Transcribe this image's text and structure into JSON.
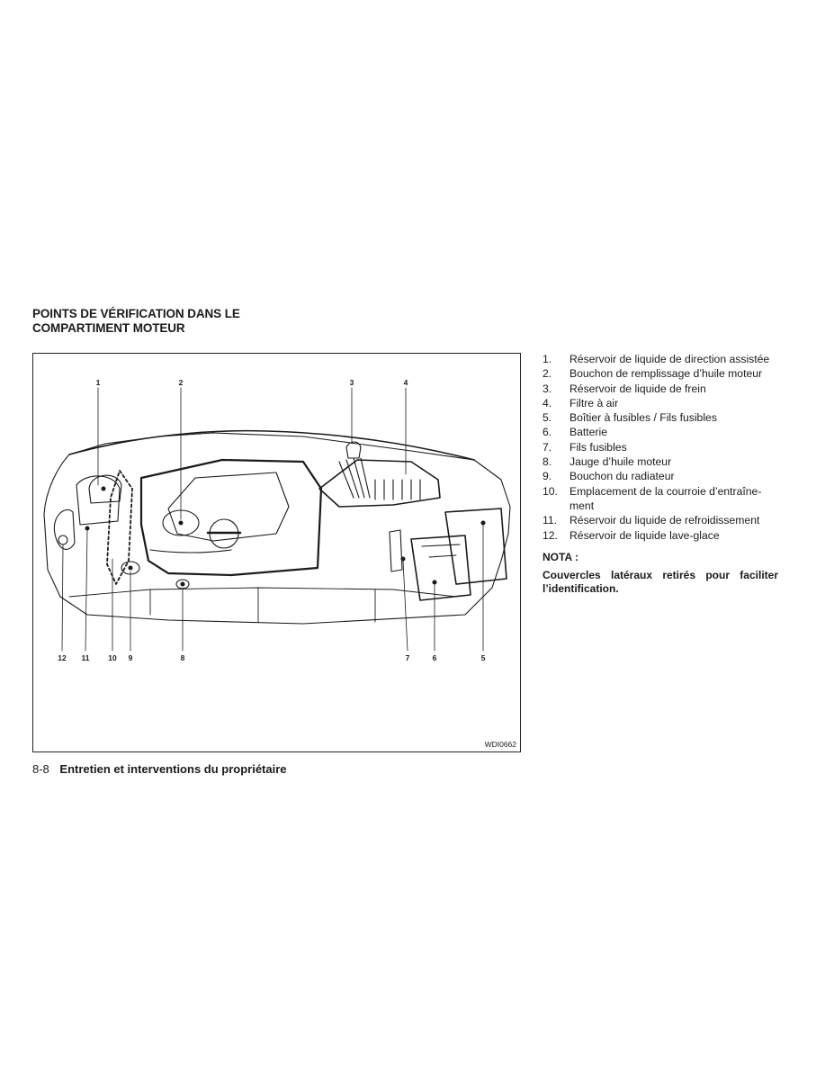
{
  "heading": {
    "line1": "POINTS DE VÉRIFICATION DANS LE",
    "line2": "COMPARTIMENT MOTEUR"
  },
  "figure": {
    "code": "WDI0662",
    "callouts_top": [
      "1",
      "2",
      "3",
      "4"
    ],
    "callouts_bottom": [
      "12",
      "11",
      "10",
      "9",
      "8",
      "7",
      "6",
      "5"
    ]
  },
  "legend": [
    {
      "num": "1.",
      "text": "Réservoir de liquide de direction assistée"
    },
    {
      "num": "2.",
      "text": "Bouchon de remplissage d’huile moteur"
    },
    {
      "num": "3.",
      "text": "Réservoir de liquide de frein"
    },
    {
      "num": "4.",
      "text": "Filtre à air"
    },
    {
      "num": "5.",
      "text": "Boîtier à fusibles / Fils fusibles"
    },
    {
      "num": "6.",
      "text": "Batterie"
    },
    {
      "num": "7.",
      "text": "Fils fusibles"
    },
    {
      "num": "8.",
      "text": "Jauge d’huile moteur"
    },
    {
      "num": "9.",
      "text": "Bouchon du radiateur"
    },
    {
      "num": "10.",
      "text": "Emplacement de la courroie d’entraîne-ment"
    },
    {
      "num": "11.",
      "text": "Réservoir du liquide de refroidissement"
    },
    {
      "num": "12.",
      "text": "Réservoir de liquide lave-glace"
    }
  ],
  "note": {
    "title": "NOTA :",
    "body": "Couvercles latéraux retirés pour faciliter l’identification."
  },
  "footer": {
    "page_number": "8-8",
    "chapter": "Entretien et interventions du propriétaire"
  }
}
